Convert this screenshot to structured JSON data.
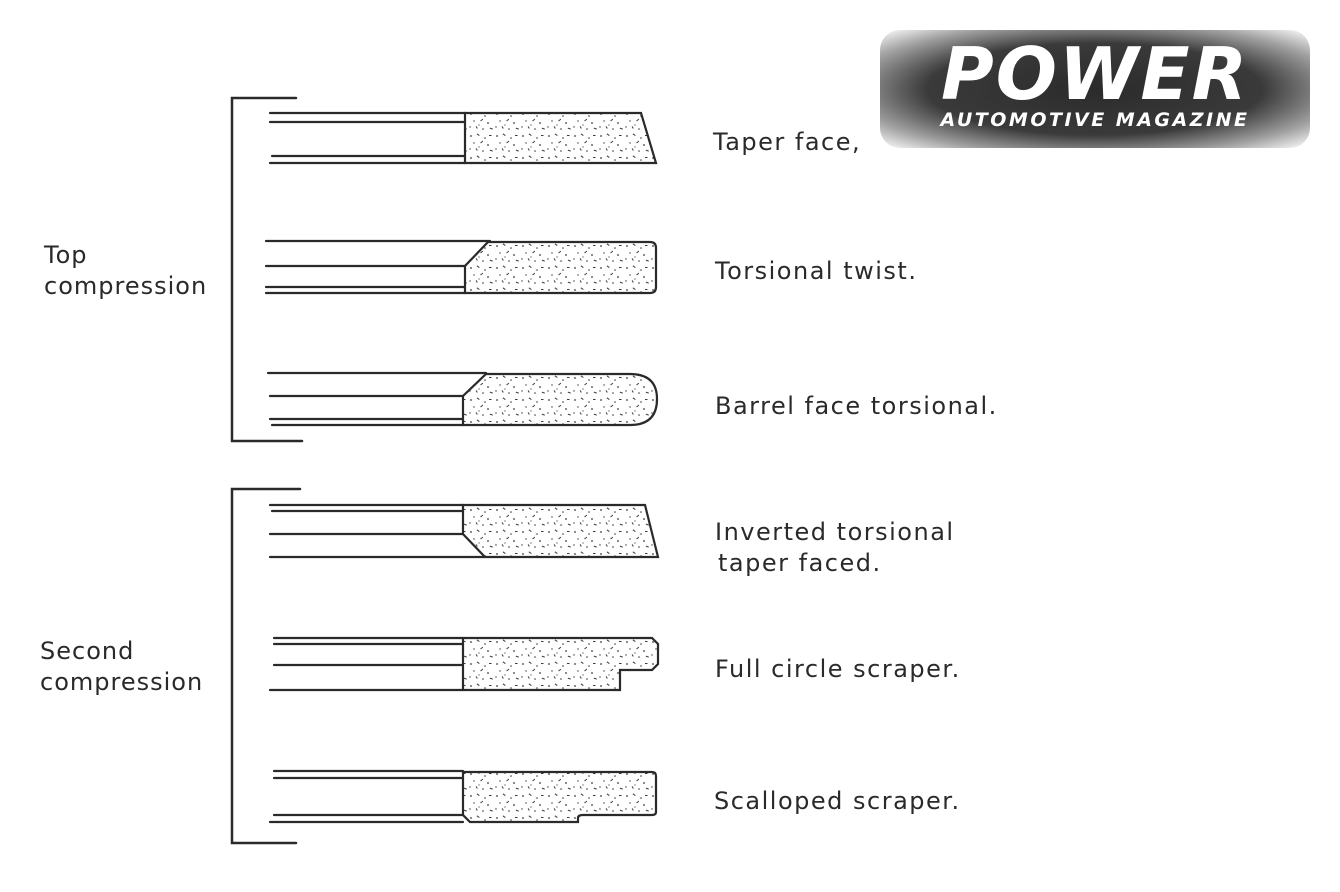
{
  "logo": {
    "word": "POWER",
    "subtitle": "AUTOMOTIVE MAGAZINE"
  },
  "groups": [
    {
      "lines": [
        "Top",
        "compression"
      ]
    },
    {
      "lines": [
        "Second",
        "compression"
      ]
    }
  ],
  "rings": [
    {
      "profile": "taper-face",
      "lines": [
        "Taper face,"
      ]
    },
    {
      "profile": "torsional-twist",
      "lines": [
        "Torsional twist."
      ]
    },
    {
      "profile": "barrel-face-torsional",
      "lines": [
        "Barrel face torsional."
      ]
    },
    {
      "profile": "inverted-torsional-taper",
      "lines": [
        "Inverted torsional",
        "taper faced."
      ]
    },
    {
      "profile": "full-circle-scraper",
      "lines": [
        "Full circle scraper."
      ]
    },
    {
      "profile": "scalloped-scraper",
      "lines": [
        "Scalloped scraper."
      ]
    }
  ],
  "colors": {
    "ink": "#2a2a2a",
    "paper": "#ffffff",
    "logo_bg": "#333333",
    "logo_text": "#ffffff"
  }
}
